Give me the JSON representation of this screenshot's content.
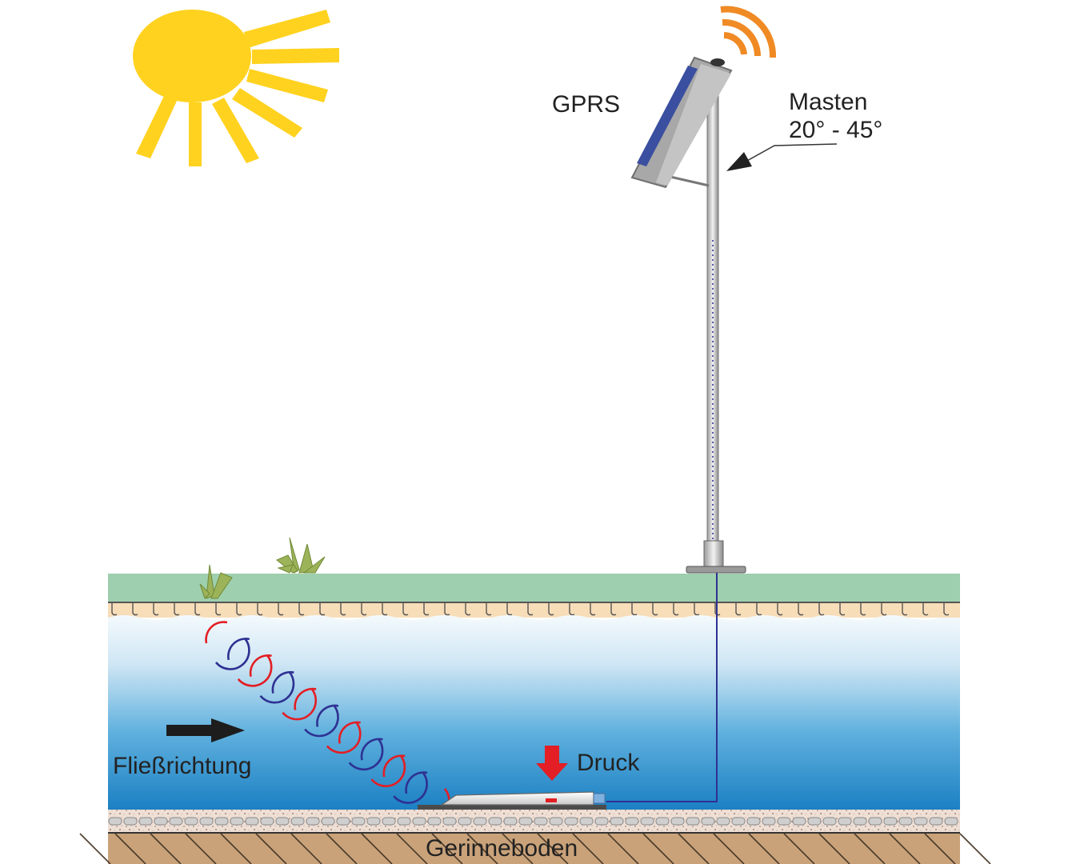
{
  "labels": {
    "gprs": "GPRS",
    "masten_line1": "Masten",
    "masten_line2": "20° - 45°",
    "flow_direction": "Fließrichtung",
    "pressure": "Druck",
    "channel_bed": "Gerinneboden"
  },
  "colors": {
    "sun": "#FFD21F",
    "signal": "#F08A24",
    "grass": "#9ECFAE",
    "bank": "#F7DDB8",
    "water_top": "#E8F3FB",
    "water_bottom": "#1E86C8",
    "gravel": "#E9D9CF",
    "soil": "#C9A27A",
    "pressure_arrow": "#E31E24",
    "wave_red": "#E31E24",
    "wave_blue": "#2E3192",
    "cable": "#2E3192"
  },
  "icons": [
    "sun-icon",
    "radio-signal-icon",
    "solar-panel-icon",
    "mast-icon",
    "plant-icon",
    "flow-arrow-icon",
    "pressure-arrow-icon",
    "pressure-sensor-icon"
  ]
}
